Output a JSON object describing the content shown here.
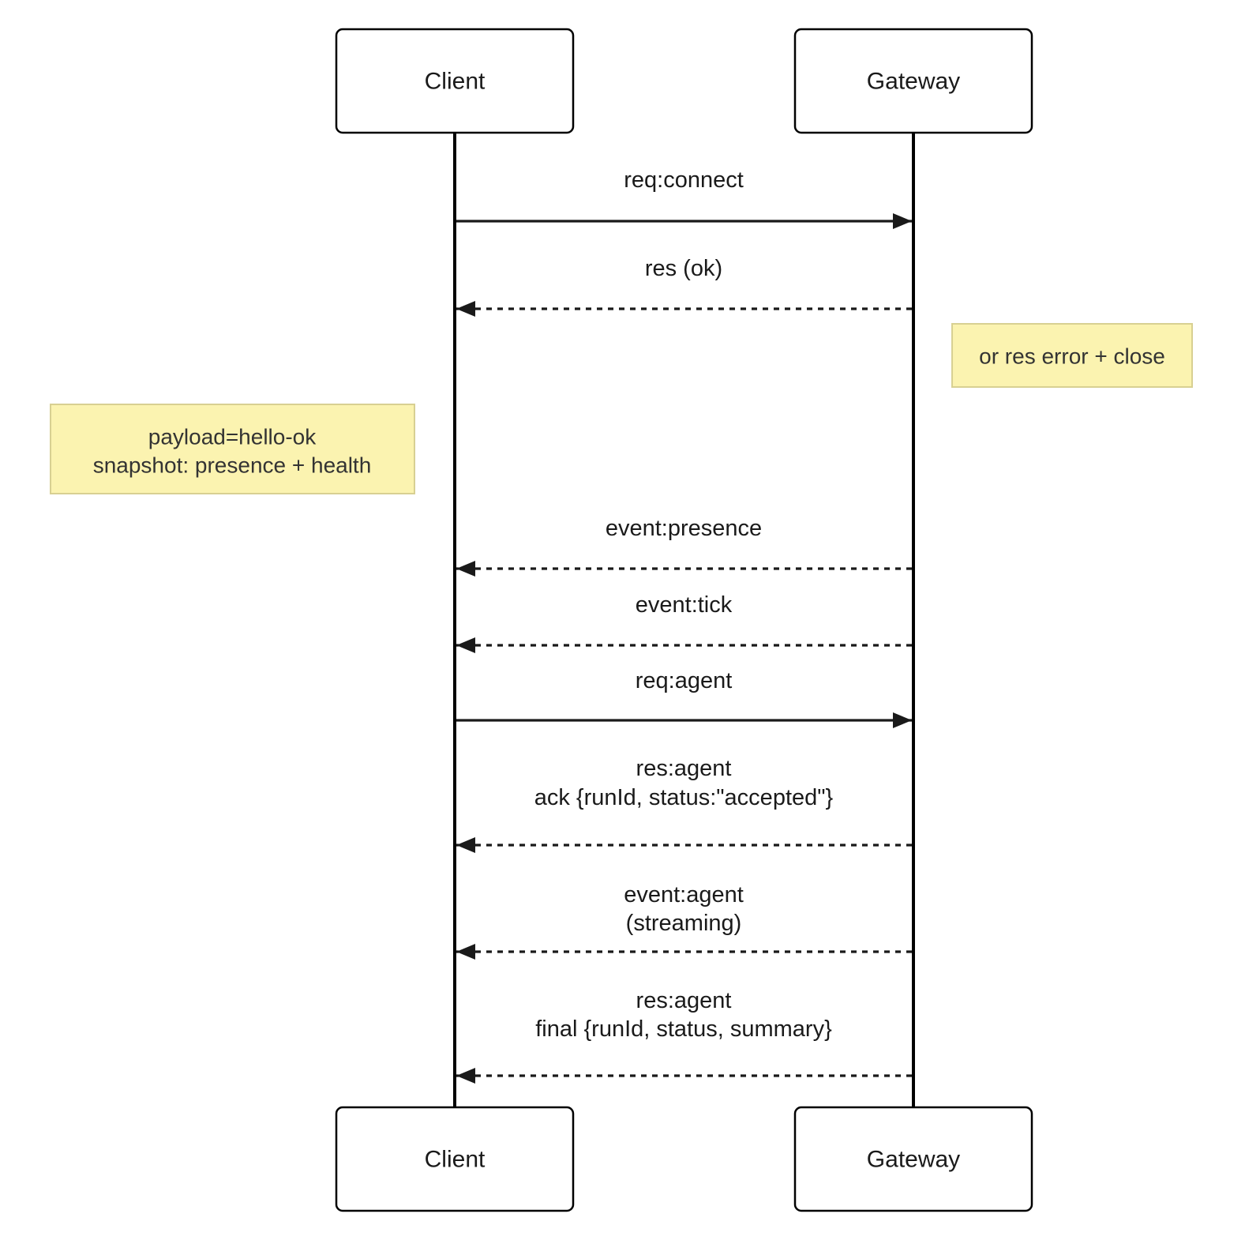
{
  "diagram_type": "sequence-diagram",
  "actors": [
    {
      "id": "client",
      "label": "Client"
    },
    {
      "id": "gateway",
      "label": "Gateway"
    }
  ],
  "messages": [
    {
      "from": "client",
      "to": "gateway",
      "arrow": "solid",
      "lines": [
        "req:connect"
      ]
    },
    {
      "from": "gateway",
      "to": "client",
      "arrow": "dashed",
      "lines": [
        "res (ok)"
      ]
    },
    {
      "from": "gateway",
      "to": "client",
      "arrow": "dashed",
      "lines": [
        "event:presence"
      ]
    },
    {
      "from": "gateway",
      "to": "client",
      "arrow": "dashed",
      "lines": [
        "event:tick"
      ]
    },
    {
      "from": "client",
      "to": "gateway",
      "arrow": "solid",
      "lines": [
        "req:agent"
      ]
    },
    {
      "from": "gateway",
      "to": "client",
      "arrow": "dashed",
      "lines": [
        "res:agent",
        "ack {runId, status:\"accepted\"}"
      ]
    },
    {
      "from": "gateway",
      "to": "client",
      "arrow": "dashed",
      "lines": [
        "event:agent",
        "(streaming)"
      ]
    },
    {
      "from": "gateway",
      "to": "client",
      "arrow": "dashed",
      "lines": [
        "res:agent",
        "final {runId, status, summary}"
      ]
    }
  ],
  "notes": [
    {
      "position": "right of Gateway",
      "lines": [
        "or res error + close"
      ]
    },
    {
      "position": "left of Client",
      "lines": [
        "payload=hello-ok",
        "snapshot: presence + health"
      ]
    }
  ],
  "colors": {
    "background": "#ffffff",
    "line": "#1a1a1a",
    "text": "#1a1a1a",
    "actor_fill": "#ffffff",
    "actor_border": "#000000",
    "note_fill": "#fbf3b0",
    "note_border": "#d8d092",
    "note_text": "#333333"
  }
}
